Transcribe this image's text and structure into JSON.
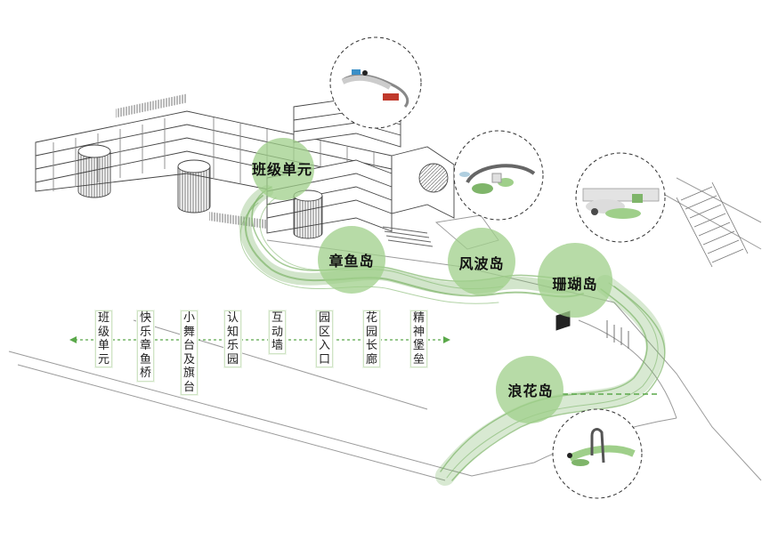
{
  "nodes": [
    {
      "id": "banji",
      "label": "班级单元"
    },
    {
      "id": "zhangyu",
      "label": "章鱼岛"
    },
    {
      "id": "fengbo",
      "label": "风波岛"
    },
    {
      "id": "shanhu",
      "label": "珊瑚岛"
    },
    {
      "id": "langhua",
      "label": "浪花岛"
    }
  ],
  "sequence": [
    "班级单元",
    "快乐章鱼桥",
    "小舞台及旗台",
    "认知乐园",
    "互动墙",
    "园区入口",
    "花园长廊",
    "精神堡垒"
  ],
  "colors": {
    "node_fill": "#9fcf8a",
    "path_stroke": "#7fb56a",
    "dashed_line": "#5aa84a",
    "building_line": "#444444"
  }
}
